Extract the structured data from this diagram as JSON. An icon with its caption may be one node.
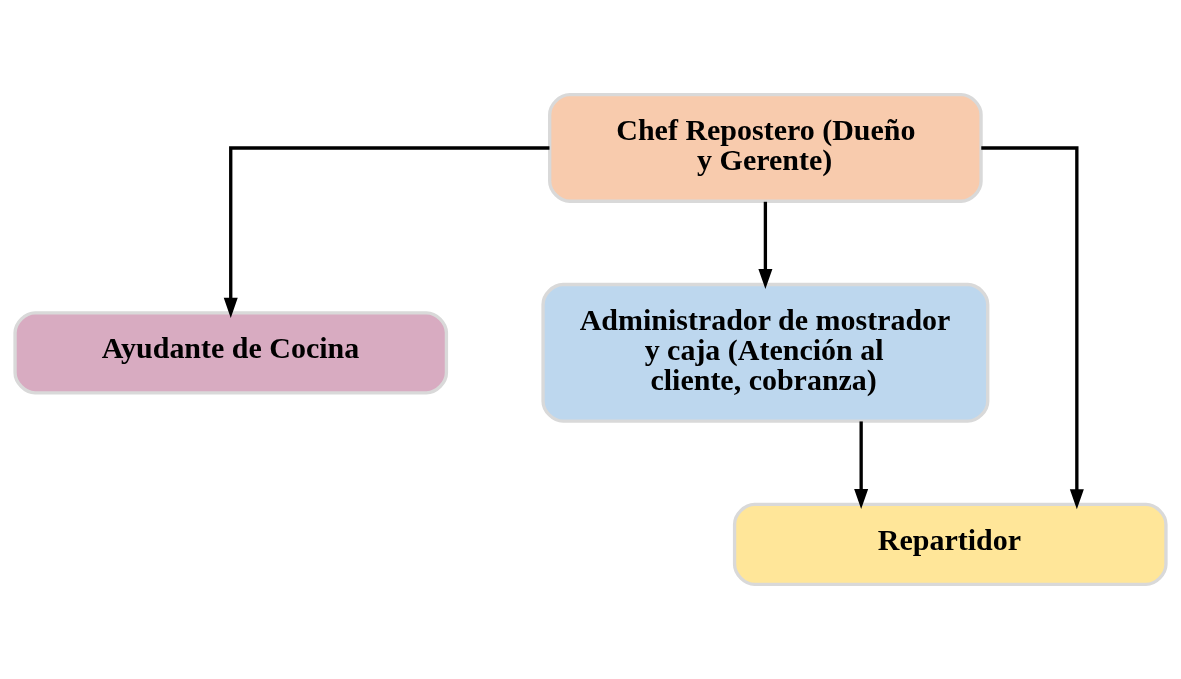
{
  "diagram": {
    "nodes": [
      {
        "text": [
          "Chef Repostero (Dueño y Gerente)"
        ]
      },
      {
        "text": [
          "Ayudante de Cocina"
        ]
      },
      {
        "text": [
          "Administrador de mostrador y caja (Atención al cliente, cobranza)"
        ]
      },
      {
        "text": [
          "Repartidor"
        ]
      }
    ],
    "edges": [
      {
        "from": 0,
        "to": 1,
        "arrow": "to"
      },
      {
        "from": 0,
        "to": 2,
        "arrow": "to"
      },
      {
        "from": 0,
        "to": 3,
        "arrow": "to"
      },
      {
        "from": 2,
        "to": 3,
        "arrow": "to"
      }
    ]
  }
}
